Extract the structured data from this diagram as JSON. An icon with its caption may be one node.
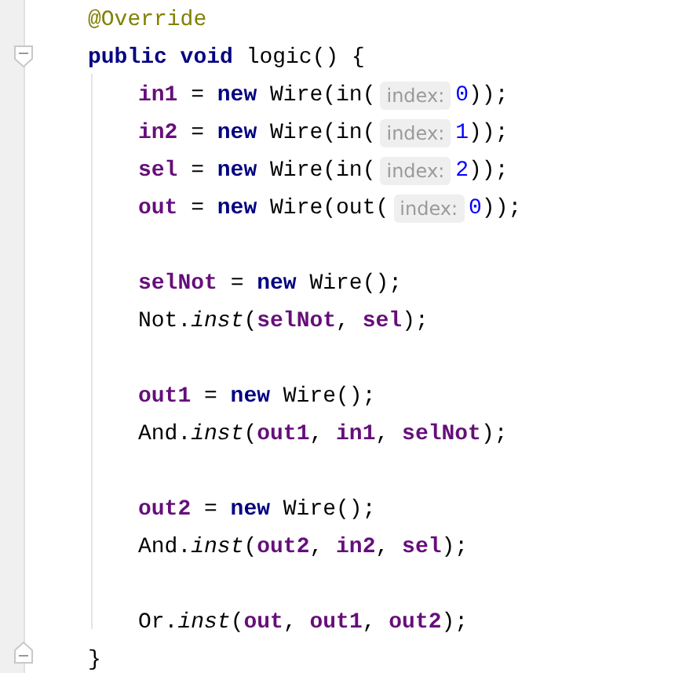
{
  "diagram": {
    "labels": [
      "@Override",
      "public void",
      "logic() {",
      "in1",
      "=",
      "new",
      "Wire(in(",
      "index:",
      "0",
      "));",
      "in2",
      "=",
      "new",
      "Wire(in(",
      "index:",
      "1",
      "));",
      "sel",
      "=",
      "new",
      "Wire(in(",
      "index:",
      "2",
      "));",
      "out",
      "=",
      "new",
      "Wire(out(",
      "index:",
      "0",
      "));",
      "selNot",
      "=",
      "new",
      "Wire();",
      "Not.",
      "inst",
      "(",
      "selNot",
      ",",
      "sel",
      ");",
      "out1",
      "=",
      "new",
      "Wire();",
      "And.",
      "inst",
      "(",
      "out1",
      ",",
      "in1",
      ",",
      "selNot",
      ");",
      "out2",
      "=",
      "new",
      "Wire();",
      "And.",
      "inst",
      "(",
      "out2",
      ",",
      "in2",
      ",",
      "sel",
      ");",
      "Or.",
      "inst",
      "(",
      "out",
      ",",
      "out1",
      ",",
      "out2",
      ");",
      "}"
    ]
  }
}
